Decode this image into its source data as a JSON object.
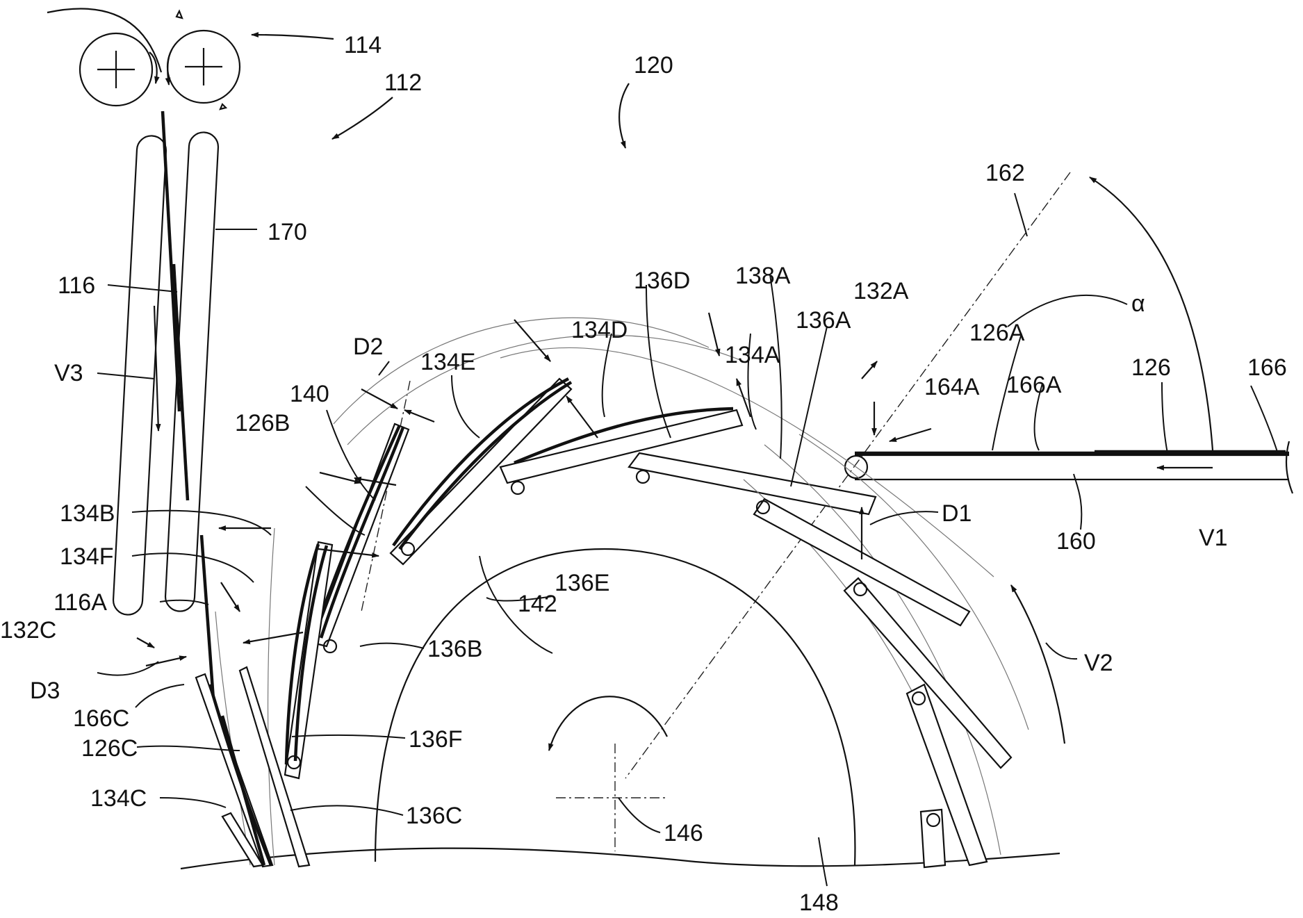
{
  "labels": {
    "l114": "114",
    "l112": "112",
    "l120": "120",
    "l170": "170",
    "l116": "116",
    "lV3": "V3",
    "l162": "162",
    "lalpha": "α",
    "l136D": "136D",
    "l138A": "138A",
    "l132A": "132A",
    "l136A": "136A",
    "l126A": "126A",
    "l134D": "134D",
    "l134A": "134A",
    "l164A": "164A",
    "l166A": "166A",
    "l126": "126",
    "l166": "166",
    "lD2": "D2",
    "l134E": "134E",
    "l140": "140",
    "l126B": "126B",
    "l134B": "134B",
    "l134F": "134F",
    "l116A": "116A",
    "l132C": "132C",
    "lD3": "D3",
    "l166C": "166C",
    "l126C": "126C",
    "l134C": "134C",
    "l142": "142",
    "l136E": "136E",
    "l136B": "136B",
    "l136F": "136F",
    "l136C": "136C",
    "l146": "146",
    "l148": "148",
    "lD1": "D1",
    "l160": "160",
    "lV1": "V1",
    "lV2": "V2"
  }
}
